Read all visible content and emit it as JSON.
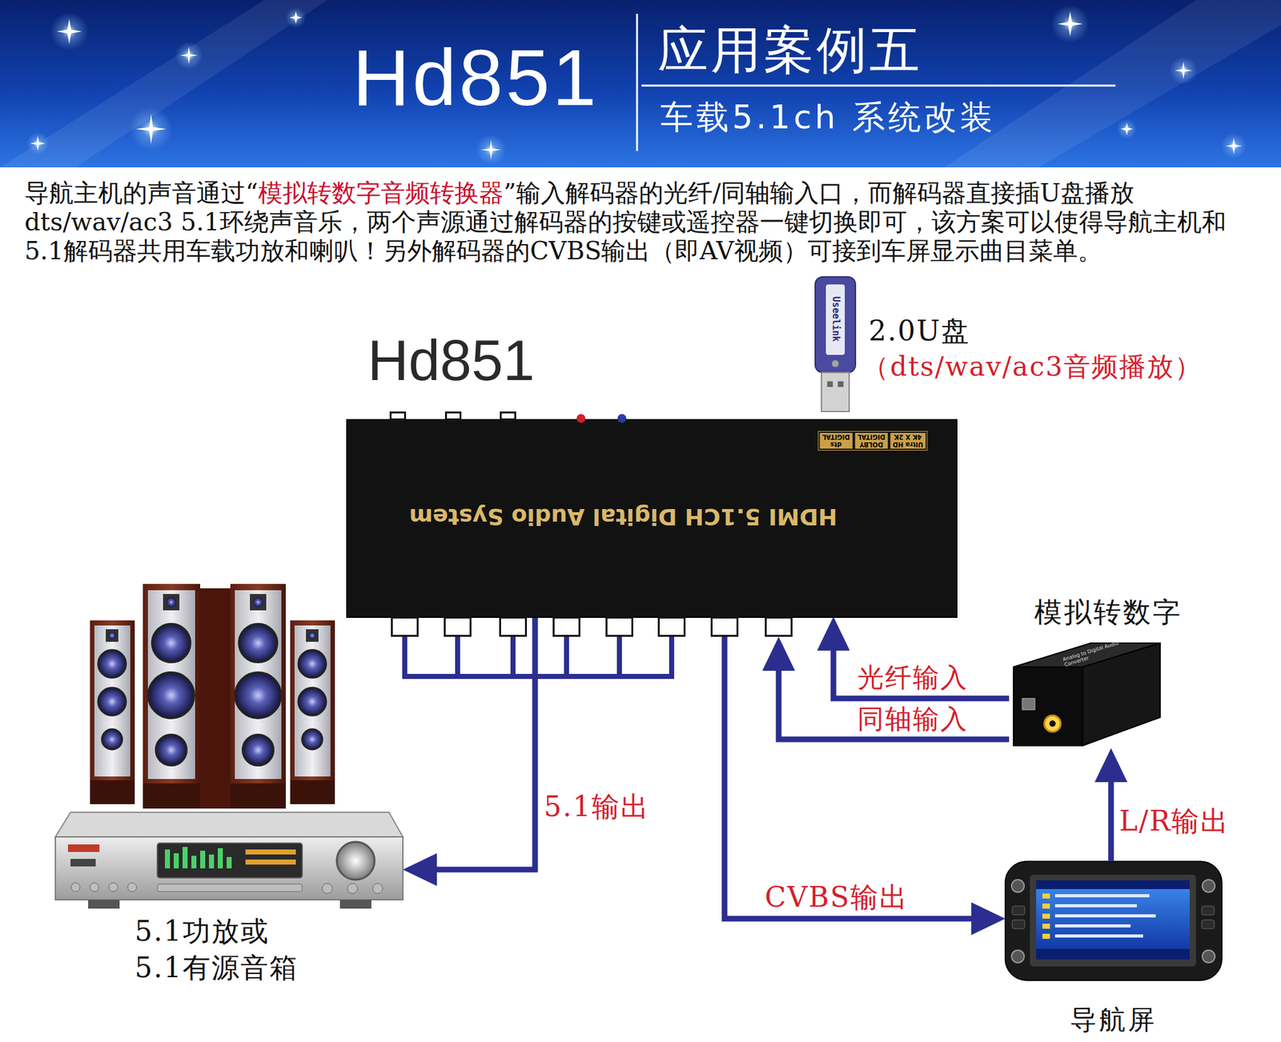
{
  "diagram": {
    "title": "应用案例五",
    "nodes": [
      {
        "text": [
          "Hd851",
          "HDMI 5.1CH Digital Audio System"
        ]
      },
      {
        "text": [
          "2.0U盘",
          "（dts/wav/ac3音频播放）"
        ]
      },
      {
        "text": [
          "模拟转数字"
        ]
      },
      {
        "text": [
          "5.1功放或 5.1有源音箱"
        ]
      },
      {
        "text": [
          "导航屏"
        ]
      }
    ],
    "edges": [
      {
        "from": 0,
        "to": 3,
        "label": "5.1输出",
        "arrow": "to"
      },
      {
        "from": 0,
        "to": 4,
        "label": "CVBS输出",
        "arrow": "to"
      },
      {
        "from": 2,
        "to": 0,
        "label": "光纤输入",
        "arrow": "to"
      },
      {
        "from": 2,
        "to": 0,
        "label": "同轴输入",
        "arrow": "to"
      },
      {
        "from": 4,
        "to": 2,
        "label": "L/R输出",
        "arrow": "to"
      }
    ],
    "labels": [
      "Hd851",
      "车载5.1ch 系统改装",
      "导航主机的声音通过“",
      "模拟转数字音频转换器",
      "”输入解码器的光纤/同轴输入口，而解码器直接插U盘播放dts/wav/ac3 5.1环绕声音乐，两个声源通过解码器的按键或遥控器一键切换即可，该方案可以使得导航主机和5.1解码器共用车载功放和喇叭！另外解码器的CVBS输出（即AV视频）可接到车屏显示曲目菜单。",
      "Useelink",
      "Ultra HD",
      "4K X 2K",
      "DOLBY",
      "DIGITAL",
      "dts",
      "DIGITAL",
      "Analog to Digital Audio Converter"
    ]
  }
}
